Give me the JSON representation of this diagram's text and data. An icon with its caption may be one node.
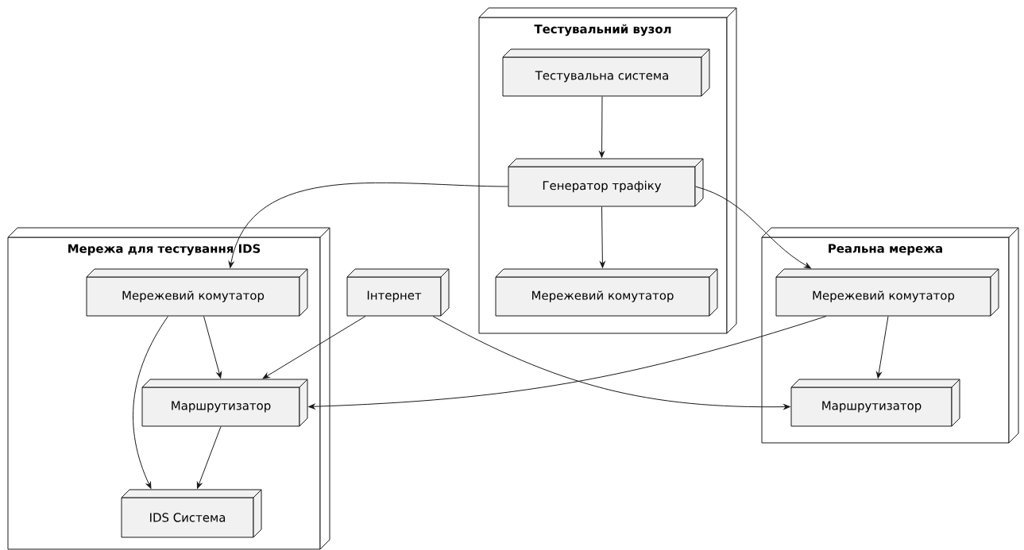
{
  "diagram": {
    "nodes": [
      {
        "text": [
          "Тестувальний вузол"
        ]
      },
      {
        "text": [
          "Тестувальна система"
        ],
        "in": 0
      },
      {
        "text": [
          "Генератор трафіку"
        ],
        "in": 0
      },
      {
        "text": [
          "Мережевий комутатор"
        ],
        "in": 0
      },
      {
        "text": [
          "Мережа для тестування IDS"
        ]
      },
      {
        "text": [
          "Мережевий комутатор"
        ],
        "in": 4
      },
      {
        "text": [
          "Маршрутизатор"
        ],
        "in": 4
      },
      {
        "text": [
          "IDS Система"
        ],
        "in": 4
      },
      {
        "text": [
          "Інтернет"
        ]
      },
      {
        "text": [
          "Реальна мережа"
        ]
      },
      {
        "text": [
          "Мережевий комутатор"
        ],
        "in": 9
      },
      {
        "text": [
          "Маршрутизатор"
        ],
        "in": 9
      }
    ],
    "edges": [
      {
        "from": 1,
        "to": 2,
        "arrow": "to"
      },
      {
        "from": 2,
        "to": 3,
        "arrow": "to"
      },
      {
        "from": 2,
        "to": 5,
        "arrow": "to"
      },
      {
        "from": 2,
        "to": 10,
        "arrow": "to"
      },
      {
        "from": 5,
        "to": 6,
        "arrow": "to"
      },
      {
        "from": 5,
        "to": 7,
        "arrow": "to"
      },
      {
        "from": 6,
        "to": 7,
        "arrow": "to"
      },
      {
        "from": 8,
        "to": 6,
        "arrow": "to"
      },
      {
        "from": 8,
        "to": 11,
        "arrow": "to"
      },
      {
        "from": 10,
        "to": 6,
        "arrow": "to"
      },
      {
        "from": 10,
        "to": 11,
        "arrow": "to"
      }
    ]
  }
}
